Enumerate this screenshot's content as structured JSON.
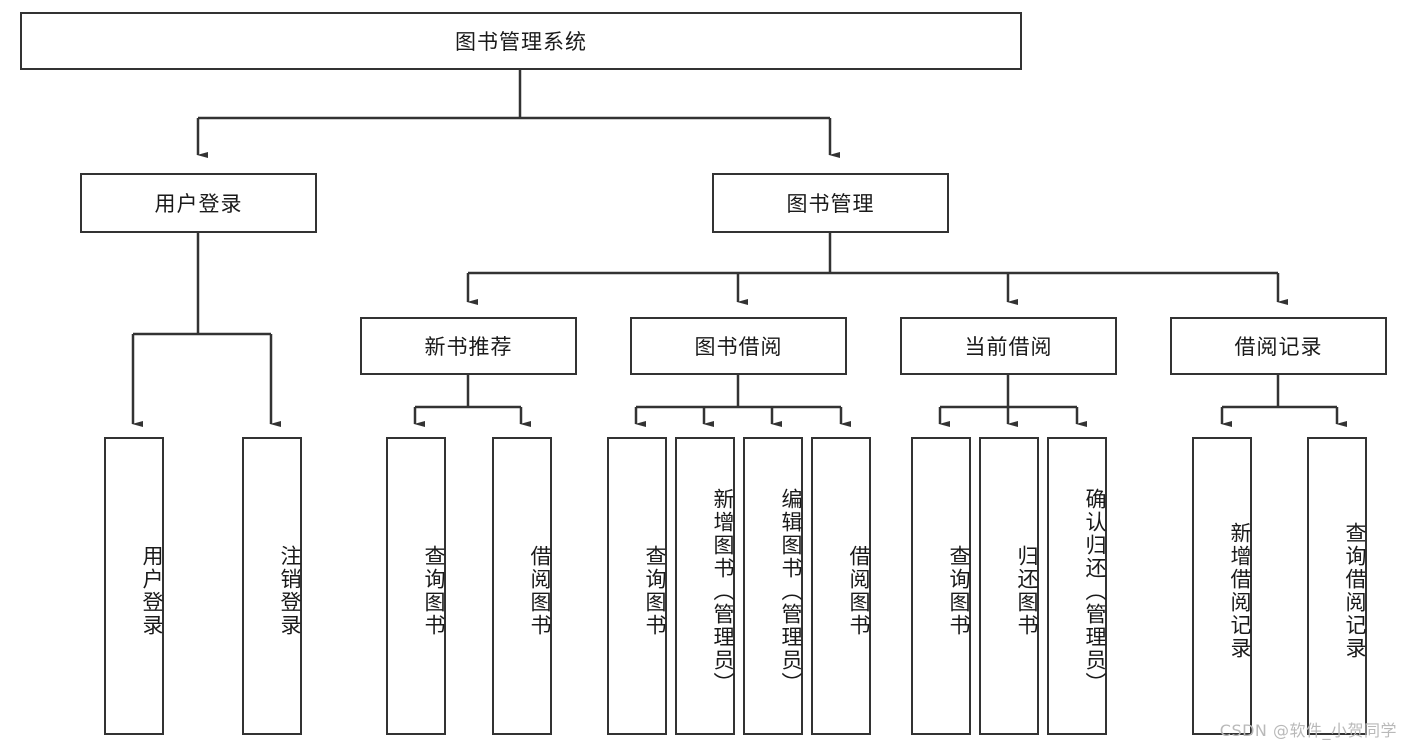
{
  "diagram": {
    "title": "图书管理系统",
    "type": "hierarchy-tree",
    "root": {
      "label": "图书管理系统",
      "orientation": "horizontal"
    },
    "level2": [
      {
        "label": "用户登录",
        "orientation": "horizontal"
      },
      {
        "label": "图书管理",
        "orientation": "horizontal"
      }
    ],
    "level3": [
      {
        "label": "新书推荐",
        "orientation": "horizontal"
      },
      {
        "label": "图书借阅",
        "orientation": "horizontal"
      },
      {
        "label": "当前借阅",
        "orientation": "horizontal"
      },
      {
        "label": "借阅记录",
        "orientation": "horizontal"
      }
    ],
    "leaves": {
      "user_login": [
        {
          "label": "用户登录",
          "orientation": "vertical"
        },
        {
          "label": "注销登录",
          "orientation": "vertical"
        }
      ],
      "new_book_recommend": [
        {
          "label": "查询图书",
          "orientation": "vertical"
        },
        {
          "label": "借阅图书",
          "orientation": "vertical"
        }
      ],
      "book_borrow": [
        {
          "label": "查询图书",
          "orientation": "vertical"
        },
        {
          "label": "新增图书（管理员）",
          "orientation": "vertical"
        },
        {
          "label": "编辑图书（管理员）",
          "orientation": "vertical"
        },
        {
          "label": "借阅图书",
          "orientation": "vertical"
        }
      ],
      "current_borrow": [
        {
          "label": "查询图书",
          "orientation": "vertical"
        },
        {
          "label": "归还图书",
          "orientation": "vertical"
        },
        {
          "label": "确认归还（管理员）",
          "orientation": "vertical"
        }
      ],
      "borrow_record": [
        {
          "label": "新增借阅记录",
          "orientation": "vertical"
        },
        {
          "label": "查询借阅记录",
          "orientation": "vertical"
        }
      ]
    },
    "colors": {
      "stroke": "#333333",
      "fill": "#ffffff",
      "text": "#1a1a1a",
      "watermark": "#b9b9b9"
    }
  },
  "watermark": {
    "text": "CSDN @软件_小贺同学"
  }
}
